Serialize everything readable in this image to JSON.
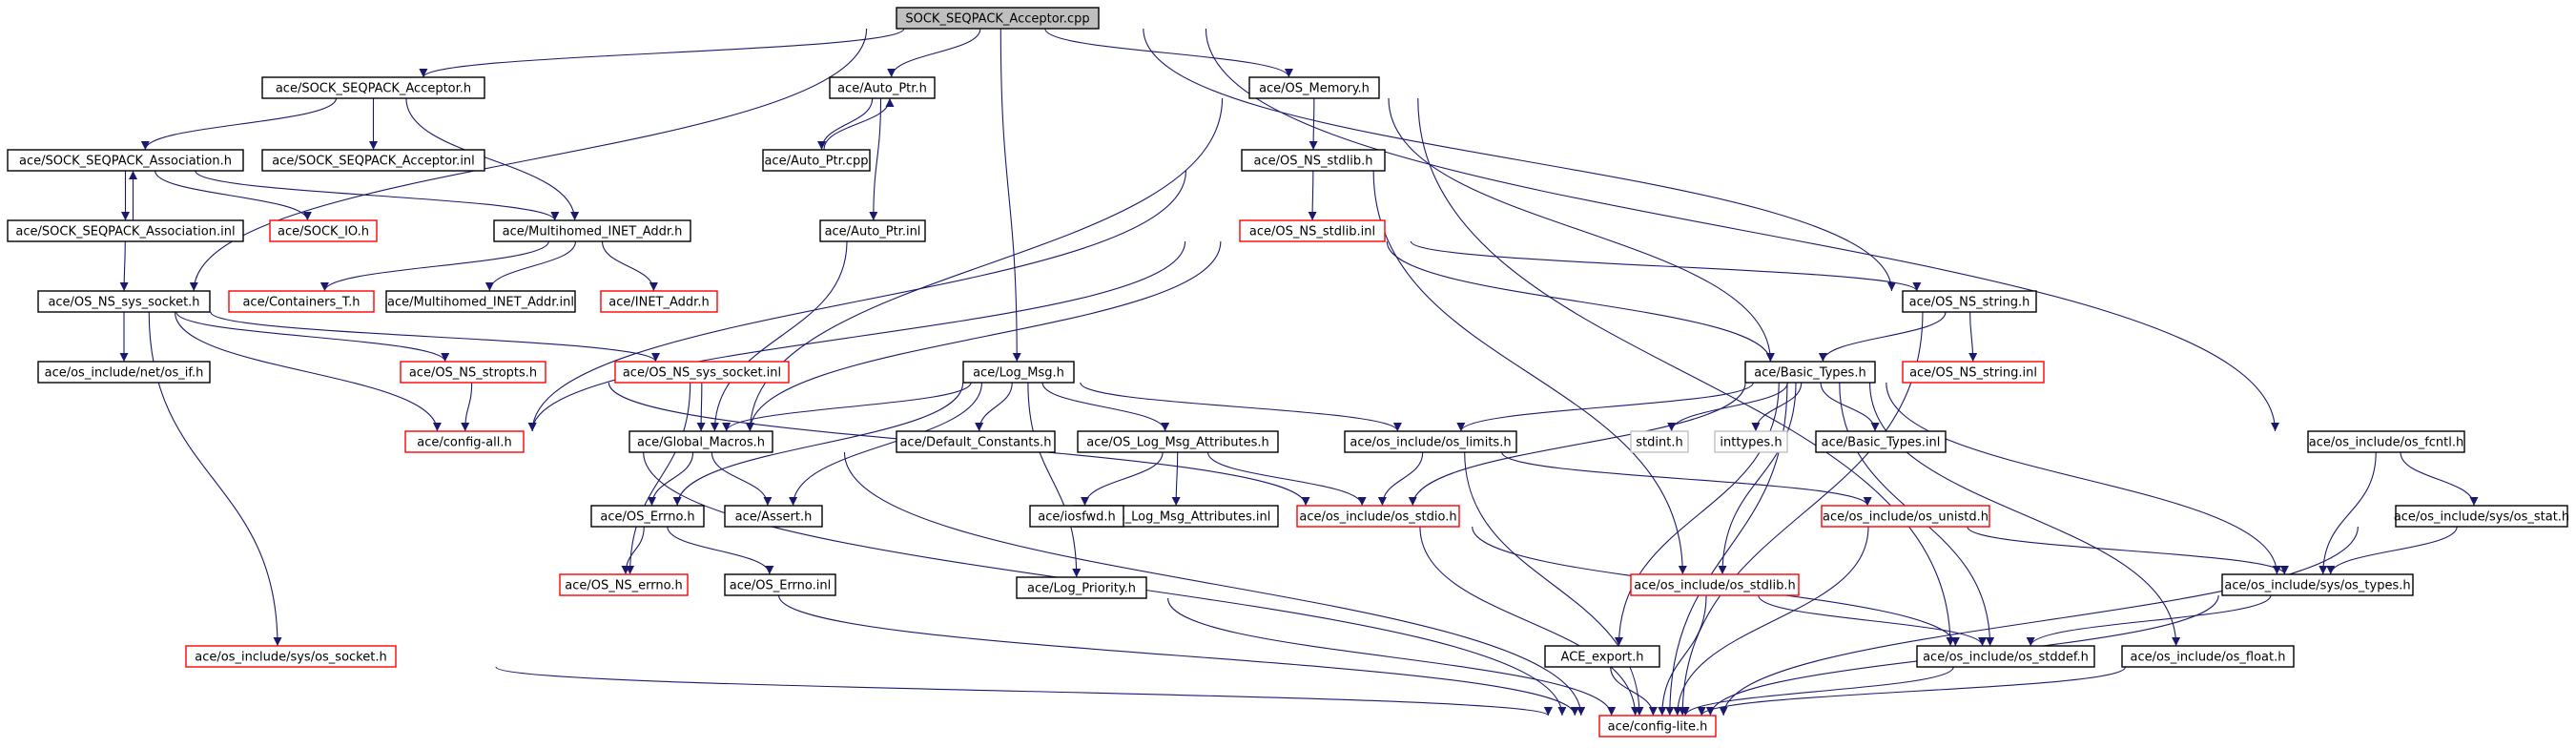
{
  "graph": {
    "nodes": [
      {
        "id": "root",
        "label": "SOCK_SEQPACK_Acceptor.cpp",
        "style": "root"
      },
      {
        "id": "sa_h",
        "label": "ace/SOCK_SEQPACK_Acceptor.h",
        "style": "black"
      },
      {
        "id": "sa_inl",
        "label": "ace/SOCK_SEQPACK_Acceptor.inl",
        "style": "black"
      },
      {
        "id": "sas_h",
        "label": "ace/SOCK_SEQPACK_Association.h",
        "style": "black"
      },
      {
        "id": "sas_inl",
        "label": "ace/SOCK_SEQPACK_Association.inl",
        "style": "black"
      },
      {
        "id": "sockio",
        "label": "ace/SOCK_IO.h",
        "style": "red"
      },
      {
        "id": "mh_h",
        "label": "ace/Multihomed_INET_Addr.h",
        "style": "black"
      },
      {
        "id": "mh_inl",
        "label": "ace/Multihomed_INET_Addr.inl",
        "style": "black"
      },
      {
        "id": "cont",
        "label": "ace/Containers_T.h",
        "style": "red"
      },
      {
        "id": "inet",
        "label": "ace/INET_Addr.h",
        "style": "red"
      },
      {
        "id": "sock_h",
        "label": "ace/OS_NS_sys_socket.h",
        "style": "black"
      },
      {
        "id": "netif",
        "label": "ace/os_include/net/os_if.h",
        "style": "black"
      },
      {
        "id": "strop",
        "label": "ace/OS_NS_stropts.h",
        "style": "red"
      },
      {
        "id": "sock_inl",
        "label": "ace/OS_NS_sys_socket.inl",
        "style": "red"
      },
      {
        "id": "cfgall",
        "label": "ace/config-all.h",
        "style": "red"
      },
      {
        "id": "ossock",
        "label": "ace/os_include/sys/os_socket.h",
        "style": "red"
      },
      {
        "id": "ap_h",
        "label": "ace/Auto_Ptr.h",
        "style": "black"
      },
      {
        "id": "ap_cpp",
        "label": "ace/Auto_Ptr.cpp",
        "style": "black"
      },
      {
        "id": "ap_inl",
        "label": "ace/Auto_Ptr.inl",
        "style": "black"
      },
      {
        "id": "logmsg",
        "label": "ace/Log_Msg.h",
        "style": "black"
      },
      {
        "id": "glob",
        "label": "ace/Global_Macros.h",
        "style": "black"
      },
      {
        "id": "defc",
        "label": "ace/Default_Constants.h",
        "style": "black"
      },
      {
        "id": "olma_h",
        "label": "ace/OS_Log_Msg_Attributes.h",
        "style": "black"
      },
      {
        "id": "olma_inl",
        "label": "ace/OS_Log_Msg_Attributes.inl",
        "style": "black"
      },
      {
        "id": "iosfwd",
        "label": "ace/iosfwd.h",
        "style": "black"
      },
      {
        "id": "assert",
        "label": "ace/Assert.h",
        "style": "black"
      },
      {
        "id": "err_h",
        "label": "ace/OS_Errno.h",
        "style": "black"
      },
      {
        "id": "err_inl",
        "label": "ace/OS_Errno.inl",
        "style": "black"
      },
      {
        "id": "nserr",
        "label": "ace/OS_NS_errno.h",
        "style": "red"
      },
      {
        "id": "logpri",
        "label": "ace/Log_Priority.h",
        "style": "black"
      },
      {
        "id": "mem",
        "label": "ace/OS_Memory.h",
        "style": "black"
      },
      {
        "id": "stdl_h",
        "label": "ace/OS_NS_stdlib.h",
        "style": "black"
      },
      {
        "id": "stdl_inl",
        "label": "ace/OS_NS_stdlib.inl",
        "style": "red"
      },
      {
        "id": "str_h",
        "label": "ace/OS_NS_string.h",
        "style": "black"
      },
      {
        "id": "str_inl",
        "label": "ace/OS_NS_string.inl",
        "style": "red"
      },
      {
        "id": "bt_h",
        "label": "ace/Basic_Types.h",
        "style": "black"
      },
      {
        "id": "stdint",
        "label": "stdint.h",
        "style": "gray"
      },
      {
        "id": "inttypes",
        "label": "inttypes.h",
        "style": "gray"
      },
      {
        "id": "bt_inl",
        "label": "ace/Basic_Types.inl",
        "style": "black"
      },
      {
        "id": "limits",
        "label": "ace/os_include/os_limits.h",
        "style": "black"
      },
      {
        "id": "stdio",
        "label": "ace/os_include/os_stdio.h",
        "style": "red"
      },
      {
        "id": "unistd",
        "label": "ace/os_include/os_unistd.h",
        "style": "red"
      },
      {
        "id": "osstdlib",
        "label": "ace/os_include/os_stdlib.h",
        "style": "red"
      },
      {
        "id": "aceexp",
        "label": "ACE_export.h",
        "style": "black"
      },
      {
        "id": "stddef",
        "label": "ace/os_include/os_stddef.h",
        "style": "black"
      },
      {
        "id": "float",
        "label": "ace/os_include/os_float.h",
        "style": "black"
      },
      {
        "id": "fcntl",
        "label": "ace/os_include/os_fcntl.h",
        "style": "black"
      },
      {
        "id": "stat",
        "label": "ace/os_include/sys/os_stat.h",
        "style": "black"
      },
      {
        "id": "types",
        "label": "ace/os_include/sys/os_types.h",
        "style": "black"
      },
      {
        "id": "cfglite",
        "label": "ace/config-lite.h",
        "style": "red"
      }
    ],
    "edges": [
      [
        "root",
        "sa_h"
      ],
      [
        "root",
        "ap_h"
      ],
      [
        "root",
        "mem"
      ],
      [
        "root",
        "str_h"
      ],
      [
        "root",
        "logmsg"
      ],
      [
        "root",
        "sock_h"
      ],
      [
        "root",
        "fcntl"
      ],
      [
        "sa_h",
        "sas_h"
      ],
      [
        "sa_h",
        "sa_inl"
      ],
      [
        "sa_h",
        "mh_h"
      ],
      [
        "sas_h",
        "sas_inl"
      ],
      [
        "sas_inl",
        "sas_h"
      ],
      [
        "sas_h",
        "sockio"
      ],
      [
        "sas_h",
        "mh_h"
      ],
      [
        "sas_inl",
        "sock_h"
      ],
      [
        "mh_h",
        "cont"
      ],
      [
        "mh_h",
        "mh_inl"
      ],
      [
        "mh_h",
        "inet"
      ],
      [
        "sock_h",
        "netif"
      ],
      [
        "sock_h",
        "strop"
      ],
      [
        "sock_h",
        "sock_inl"
      ],
      [
        "sock_h",
        "cfgall"
      ],
      [
        "sock_h",
        "ossock"
      ],
      [
        "strop",
        "cfgall"
      ],
      [
        "strop",
        "stdio"
      ],
      [
        "sock_inl",
        "glob"
      ],
      [
        "sock_inl",
        "nserr"
      ],
      [
        "ap_h",
        "ap_cpp"
      ],
      [
        "ap_cpp",
        "ap_h"
      ],
      [
        "ap_h",
        "ap_inl"
      ],
      [
        "ap_inl",
        "glob"
      ],
      [
        "mem",
        "stdl_h"
      ],
      [
        "mem",
        "glob"
      ],
      [
        "mem",
        "bt_h"
      ],
      [
        "mem",
        "stddef"
      ],
      [
        "stdl_h",
        "stdl_inl"
      ],
      [
        "stdl_h",
        "cfgall"
      ],
      [
        "stdl_h",
        "osstdlib"
      ],
      [
        "stdl_inl",
        "cfgall"
      ],
      [
        "stdl_inl",
        "str_h"
      ],
      [
        "stdl_inl",
        "bt_h"
      ],
      [
        "stdl_inl",
        "glob"
      ],
      [
        "str_h",
        "bt_h"
      ],
      [
        "str_h",
        "str_inl"
      ],
      [
        "str_h",
        "cfglite"
      ],
      [
        "logmsg",
        "glob"
      ],
      [
        "logmsg",
        "defc"
      ],
      [
        "logmsg",
        "olma_h"
      ],
      [
        "logmsg",
        "limits"
      ],
      [
        "logmsg",
        "assert"
      ],
      [
        "logmsg",
        "logpri"
      ],
      [
        "logmsg",
        "err_h"
      ],
      [
        "olma_h",
        "iosfwd"
      ],
      [
        "olma_h",
        "olma_inl"
      ],
      [
        "olma_h",
        "stdio"
      ],
      [
        "glob",
        "err_h"
      ],
      [
        "glob",
        "assert"
      ],
      [
        "glob",
        "cfglite"
      ],
      [
        "err_h",
        "nserr"
      ],
      [
        "err_h",
        "err_inl"
      ],
      [
        "nserr",
        "cfglite"
      ],
      [
        "logpri",
        "cfglite"
      ],
      [
        "ossock",
        "cfglite"
      ],
      [
        "cfgall",
        "cfglite"
      ],
      [
        "bt_h",
        "limits"
      ],
      [
        "bt_h",
        "stdint"
      ],
      [
        "bt_h",
        "inttypes"
      ],
      [
        "bt_h",
        "bt_inl"
      ],
      [
        "bt_h",
        "stdio"
      ],
      [
        "bt_h",
        "osstdlib"
      ],
      [
        "bt_h",
        "aceexp"
      ],
      [
        "bt_h",
        "stddef"
      ],
      [
        "bt_h",
        "float"
      ],
      [
        "bt_h",
        "types"
      ],
      [
        "bt_h",
        "cfglite"
      ],
      [
        "limits",
        "stdio"
      ],
      [
        "limits",
        "unistd"
      ],
      [
        "limits",
        "cfglite"
      ],
      [
        "stdio",
        "cfglite"
      ],
      [
        "stdio",
        "stddef"
      ],
      [
        "unistd",
        "types"
      ],
      [
        "unistd",
        "cfglite"
      ],
      [
        "osstdlib",
        "stddef"
      ],
      [
        "osstdlib",
        "cfglite"
      ],
      [
        "aceexp",
        "cfglite"
      ],
      [
        "stddef",
        "cfglite"
      ],
      [
        "float",
        "cfglite"
      ],
      [
        "fcntl",
        "types"
      ],
      [
        "fcntl",
        "stat"
      ],
      [
        "stat",
        "types"
      ],
      [
        "stat",
        "cfglite"
      ],
      [
        "types",
        "stddef"
      ],
      [
        "types",
        "cfglite"
      ]
    ]
  }
}
